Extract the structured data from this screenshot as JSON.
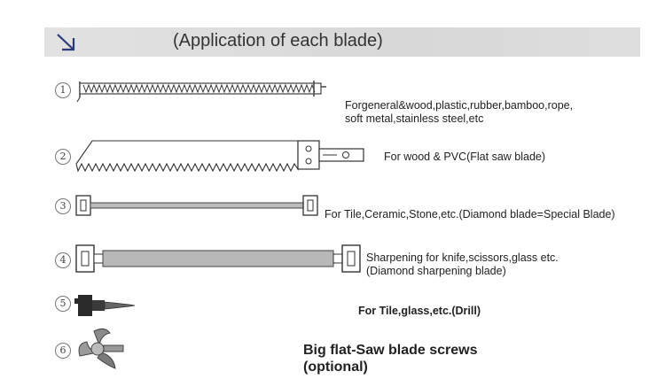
{
  "header": {
    "icon": "down-right-arrow-icon",
    "title": "(Application of each blade)"
  },
  "items": [
    {
      "number": "1",
      "icon": "reciprocating-saw-blade-icon",
      "lines": [
        "Forgeneral&wood,plastic,rubber,bamboo,rope,",
        "soft metal,stainless steel,etc"
      ]
    },
    {
      "number": "2",
      "icon": "flat-saw-blade-icon",
      "lines": [
        "For wood & PVC(Flat saw blade)"
      ]
    },
    {
      "number": "3",
      "icon": "diamond-wire-blade-icon",
      "lines": [
        "For Tile,Ceramic,Stone,etc.(Diamond blade=Special Blade)"
      ]
    },
    {
      "number": "4",
      "icon": "diamond-sharpening-blade-icon",
      "lines": [
        "Sharpening for knife,scissors,glass etc.",
        "(Diamond sharpening blade)"
      ]
    },
    {
      "number": "5",
      "icon": "drill-bit-icon",
      "lines": [
        "For Tile,glass,etc.(Drill)"
      ]
    },
    {
      "number": "6",
      "icon": "saw-blade-screw-icon",
      "lines": [
        "Big flat-Saw blade screws",
        "(optional)"
      ]
    }
  ]
}
